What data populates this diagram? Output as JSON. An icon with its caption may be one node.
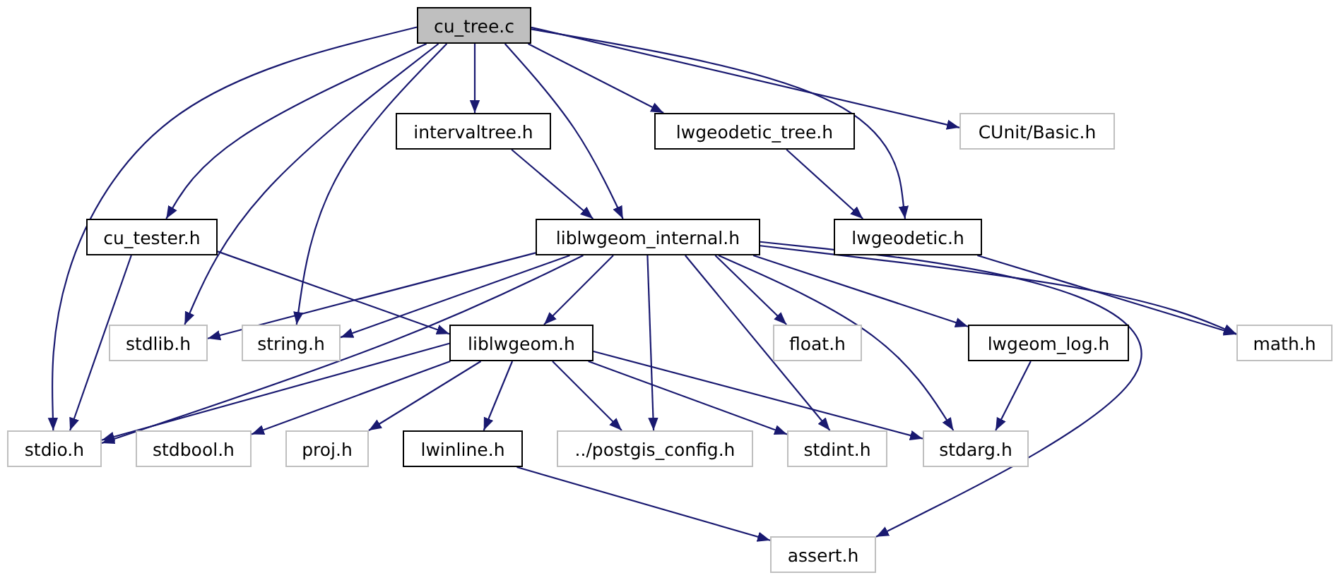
{
  "diagram": {
    "nodes": [
      {
        "text": [
          "cu_tree.c"
        ]
      },
      {
        "text": [
          "intervaltree.h"
        ]
      },
      {
        "text": [
          "lwgeodetic_tree.h"
        ]
      },
      {
        "text": [
          "CUnit/Basic.h"
        ]
      },
      {
        "text": [
          "cu_tester.h"
        ]
      },
      {
        "text": [
          "liblwgeom_internal.h"
        ]
      },
      {
        "text": [
          "lwgeodetic.h"
        ]
      },
      {
        "text": [
          "stdlib.h"
        ]
      },
      {
        "text": [
          "string.h"
        ]
      },
      {
        "text": [
          "liblwgeom.h"
        ]
      },
      {
        "text": [
          "float.h"
        ]
      },
      {
        "text": [
          "lwgeom_log.h"
        ]
      },
      {
        "text": [
          "math.h"
        ]
      },
      {
        "text": [
          "stdio.h"
        ]
      },
      {
        "text": [
          "stdbool.h"
        ]
      },
      {
        "text": [
          "proj.h"
        ]
      },
      {
        "text": [
          "lwinline.h"
        ]
      },
      {
        "text": [
          "../postgis_config.h"
        ]
      },
      {
        "text": [
          "stdint.h"
        ]
      },
      {
        "text": [
          "stdarg.h"
        ]
      },
      {
        "text": [
          "assert.h"
        ]
      }
    ],
    "edges": [
      {
        "from": 0,
        "to": 13,
        "arrow": "to"
      },
      {
        "from": 0,
        "to": 4,
        "arrow": "to"
      },
      {
        "from": 0,
        "to": 7,
        "arrow": "to"
      },
      {
        "from": 0,
        "to": 8,
        "arrow": "to"
      },
      {
        "from": 0,
        "to": 1,
        "arrow": "to"
      },
      {
        "from": 0,
        "to": 5,
        "arrow": "to"
      },
      {
        "from": 0,
        "to": 2,
        "arrow": "to"
      },
      {
        "from": 0,
        "to": 6,
        "arrow": "to"
      },
      {
        "from": 0,
        "to": 3,
        "arrow": "to"
      },
      {
        "from": 1,
        "to": 5,
        "arrow": "to"
      },
      {
        "from": 2,
        "to": 6,
        "arrow": "to"
      },
      {
        "from": 4,
        "to": 13,
        "arrow": "to"
      },
      {
        "from": 4,
        "to": 9,
        "arrow": "to"
      },
      {
        "from": 5,
        "to": 7,
        "arrow": "to"
      },
      {
        "from": 5,
        "to": 8,
        "arrow": "to"
      },
      {
        "from": 5,
        "to": 9,
        "arrow": "to"
      },
      {
        "from": 5,
        "to": 13,
        "arrow": "to"
      },
      {
        "from": 5,
        "to": 10,
        "arrow": "to"
      },
      {
        "from": 5,
        "to": 11,
        "arrow": "to"
      },
      {
        "from": 5,
        "to": 12,
        "arrow": "to"
      },
      {
        "from": 5,
        "to": 17,
        "arrow": "to"
      },
      {
        "from": 5,
        "to": 18,
        "arrow": "to"
      },
      {
        "from": 5,
        "to": 19,
        "arrow": "to"
      },
      {
        "from": 5,
        "to": 20,
        "arrow": "to"
      },
      {
        "from": 6,
        "to": 12,
        "arrow": "to"
      },
      {
        "from": 9,
        "to": 13,
        "arrow": "to"
      },
      {
        "from": 9,
        "to": 14,
        "arrow": "to"
      },
      {
        "from": 9,
        "to": 15,
        "arrow": "to"
      },
      {
        "from": 9,
        "to": 16,
        "arrow": "to"
      },
      {
        "from": 9,
        "to": 17,
        "arrow": "to"
      },
      {
        "from": 9,
        "to": 18,
        "arrow": "to"
      },
      {
        "from": 9,
        "to": 19,
        "arrow": "to"
      },
      {
        "from": 11,
        "to": 19,
        "arrow": "to"
      },
      {
        "from": 16,
        "to": 20,
        "arrow": "to"
      }
    ]
  }
}
